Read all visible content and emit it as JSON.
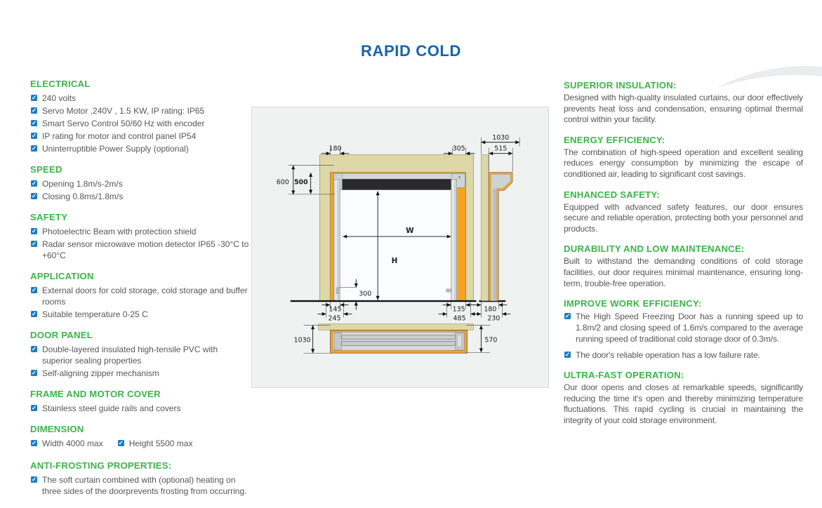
{
  "page": {
    "title": "RAPID COLD"
  },
  "icons": {
    "check": "✓"
  },
  "left_sections": [
    {
      "heading": "ELECTRICAL",
      "items": [
        "240 volts",
        "Servo Motor ,240V , 1.5 KW, IP rating: IP65",
        "Smart Servo Control 50/60 Hz with encoder",
        "IP rating for motor and control panel IP54",
        "Uninterruptible Power Supply (optional)"
      ]
    },
    {
      "heading": "SPEED",
      "items": [
        "Opening 1.8m/s-2m/s",
        "Closing 0.8ms/1.8m/s"
      ]
    },
    {
      "heading": "SAFETY",
      "items": [
        "Photoelectric Beam with protection shield",
        "Radar sensor microwave motion detector IP65 -30°C to +60°C"
      ]
    },
    {
      "heading": "APPLICATION",
      "items": [
        "External doors for cold storage, cold storage and buffer rooms",
        "Suitable temperature 0-25 C"
      ]
    },
    {
      "heading": "DOOR PANEL",
      "items": [
        "Double-layered insulated high-tensile PVC with superior sealing properties",
        "Self-aligning zipper mechanism"
      ]
    },
    {
      "heading": "FRAME AND MOTOR COVER",
      "items": [
        "Stainless steel guide rails and covers"
      ]
    },
    {
      "heading": "DIMENSION",
      "items": [
        "Width 4000 max",
        "Height 5500 max"
      ]
    },
    {
      "heading": "ANTI-FROSTING PROPERTIES:",
      "items": [
        "The soft curtain combined with (optional) heating on three sides of the doorprevents frosting from occurring."
      ]
    }
  ],
  "right_sections": [
    {
      "heading": "SUPERIOR INSULATION:",
      "paragraph": "Designed with high-quality insulated curtains, our door effectively prevents heat loss and condensation, ensuring optimal thermal control within your facility."
    },
    {
      "heading": "ENERGY EFFICIENCY:",
      "paragraph": "The combination of high-speed operation and excellent sealing reduces energy consumption by minimizing the escape of conditioned air, leading to significant cost savings."
    },
    {
      "heading": "ENHANCED SAFETY:",
      "paragraph": "Equipped with advanced safety features, our door ensures secure and reliable operation, protecting both your personnel and products."
    },
    {
      "heading": "DURABILITY AND LOW MAINTENANCE:",
      "paragraph": "Built to withstand the demanding conditions of cold storage facilities, our door requires minimal maintenance, ensuring long-term, trouble-free operation."
    },
    {
      "heading": "IMPROVE WORK EFFICIENCY:",
      "items": [
        "The High Speed Freezing Door has a running speed up to 1.8m/2 and closing speed of 1.6m/s compared to the average running speed of traditional cold storage door of 0.3m/s.",
        "The door's reliable operation has a low failure rate."
      ]
    },
    {
      "heading": "ULTRA-FAST OPERATION:",
      "paragraph": "Our door opens and closes at remarkable speeds, significantly reducing the time it's open and thereby minimizing temperature fluctuations. This rapid cycling is crucial in maintaining the integrity of your cold storage environment."
    }
  ],
  "diagram": {
    "dims": {
      "top_left": "180",
      "top_right": "305",
      "right_top": "1030",
      "right_mid": "515",
      "left_outer": "600",
      "left_inner": "500",
      "width": "W",
      "height": "H",
      "bottom_center": "300",
      "bl_inner": "145",
      "bl_outer": "245",
      "br_inner": "135",
      "br_outer": "485",
      "fr_inner": "180",
      "fr_outer": "230",
      "plan_left": "1030",
      "plan_right": "570"
    }
  },
  "colors": {
    "accent_green": "#3bb54a",
    "accent_blue": "#1565ae",
    "checkbox_blue": "#1d7dc2",
    "wall_beige": "#ded8a8",
    "frame_orange": "#f6a320",
    "rail_silver": "#ccd1d4",
    "roller_black": "#2b2b2d",
    "panel_bg": "#f0f2f1"
  }
}
